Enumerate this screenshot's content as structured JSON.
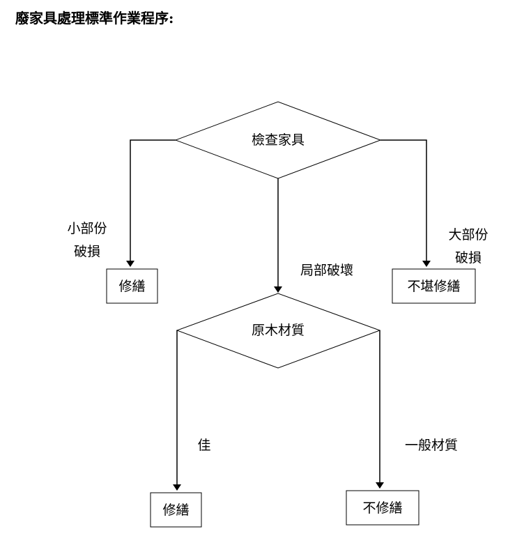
{
  "title": "廢家具處理標準作業程序:",
  "nodes": {
    "inspect": "檢查家具",
    "repair_minor": "修繕",
    "beyond_repair": "不堪修繕",
    "wood_quality": "原木材質",
    "repair_good": "修繕",
    "no_repair": "不修繕"
  },
  "edges": {
    "minor_damage_line1": "小部份",
    "minor_damage_line2": "破損",
    "major_damage_line1": "大部份",
    "major_damage_line2": "破損",
    "partial_damage": "局部破壞",
    "good": "佳",
    "ordinary_material": "一般材質"
  },
  "colors": {
    "stroke": "#000000",
    "background": "#ffffff"
  }
}
